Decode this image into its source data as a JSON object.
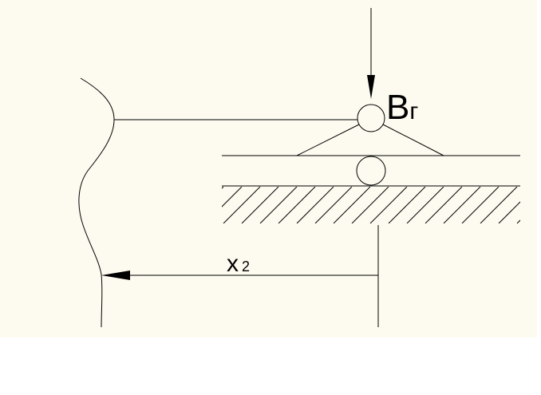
{
  "diagram": {
    "labels": {
      "force_main": "B",
      "force_sub": "г",
      "dimension_main": "x",
      "dimension_sub": "2"
    },
    "colors": {
      "background": "#fdfbf0",
      "page": "#ffffff",
      "stroke": "#000000"
    }
  }
}
